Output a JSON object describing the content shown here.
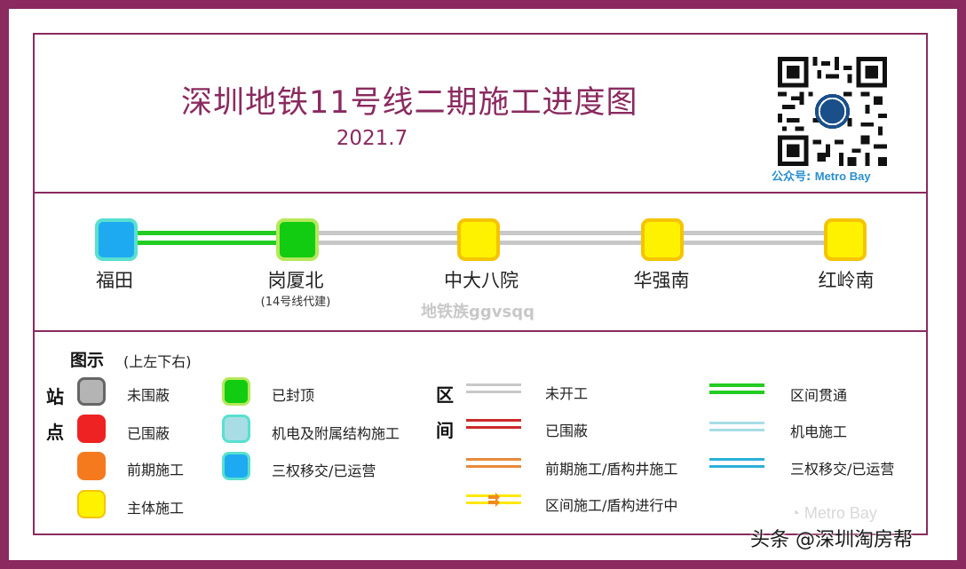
{
  "header": {
    "title": "深圳地铁11号线二期施工进度图",
    "date": "2021.7",
    "qr_label_prefix": "公众号: ",
    "qr_label_brand": "Metro Bay"
  },
  "line": {
    "stations": [
      {
        "name": "福田",
        "note": "",
        "status": "三权移交/已运营"
      },
      {
        "name": "岗厦北",
        "note": "(14号线代建)",
        "status": "已封顶"
      },
      {
        "name": "中大八院",
        "note": "",
        "status": "主体施工"
      },
      {
        "name": "华强南",
        "note": "",
        "status": "主体施工"
      },
      {
        "name": "红岭南",
        "note": "",
        "status": "主体施工"
      }
    ],
    "sections": [
      "区间贯通",
      "未开工",
      "未开工",
      "未开工"
    ],
    "watermark": "地铁族ggvsqq"
  },
  "legend": {
    "title": "图示",
    "subtitle": "(上左下右)",
    "station_label": [
      "站",
      "点"
    ],
    "section_label": [
      "区",
      "间"
    ],
    "station_items": [
      "未围蔽",
      "已围蔽",
      "前期施工",
      "主体施工",
      "已封顶",
      "机电及附属结构施工",
      "三权移交/已运营"
    ],
    "section_items": [
      "未开工",
      "已围蔽",
      "前期施工/盾构井施工",
      "区间施工/盾构进行中",
      "区间贯通",
      "机电施工",
      "三权移交/已运营"
    ]
  },
  "colors": {
    "frame": "#8a2a5f",
    "st_unfenced": "#b4b4b4",
    "st_fenced": "#ee2222",
    "st_prelim": "#f57a1e",
    "st_main": "#fff200",
    "st_topped": "#11cc11",
    "st_mep": "#a8dde6",
    "st_operating": "#1eaaf0",
    "sec_unstarted": "#c8c8c8",
    "sec_fenced": "#cc2a2a",
    "sec_prelim": "#e88a3a",
    "sec_tunneling": "#ffe800",
    "sec_through": "#22cc22",
    "sec_mep": "#a8dde6",
    "sec_operating": "#2ab0d8"
  },
  "footer": {
    "brand": "Metro Bay",
    "credit": "头条 @深圳淘房帮"
  }
}
